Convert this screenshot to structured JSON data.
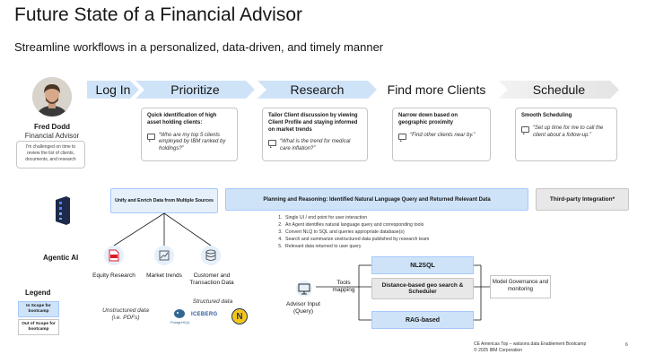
{
  "title": "Future State of a Financial Advisor",
  "subtitle": "Streamline workflows in a personalized, data-driven, and timely manner",
  "stages": [
    "Log In",
    "Prioritize",
    "Research",
    "Find more Clients",
    "Schedule"
  ],
  "advisor": {
    "name": "Fred Dodd",
    "role": "Financial Advisor",
    "note": "I'm challenged on time to review the list of clients, documents, and research"
  },
  "cards": [
    {
      "head": "Quick identification of high asset holding clients:",
      "quote": "“Who are my top 5 clients employed by IBM ranked by holdings?”"
    },
    {
      "head": "Tailor Client discussion by viewing Client Profile and staying informed on market trends",
      "quote": "“What is the trend for medical care inflation?”"
    },
    {
      "head": "Narrow down based on geographic proximity",
      "quote": "“Find other clients near by.”"
    },
    {
      "head": "Smooth Scheduling",
      "quote": "“Set up time for me to call the client about a follow-up.”"
    }
  ],
  "architecture": {
    "agentic_label": "Agentic AI",
    "unify_label": "Unify and Enrich Data from Multiple Sources",
    "planning_label": "Planning and Reasoning: Identified Natural Language Query and Returned Relevant Data",
    "third_party_label": "Third-party Integration*",
    "steps": [
      "Single UI / end point for user interaction",
      "An Agent identifies natural language query and corresponding tools",
      "Convert NLQ to SQL and queries appropriate  database(s)",
      "Search and summarize unstructured data published by research team",
      "Relevant data returned to user query"
    ],
    "sources": [
      {
        "label": "Equity Research",
        "icon": "pdf-icon"
      },
      {
        "label": "Market trends",
        "icon": "chart-icon"
      },
      {
        "label": "Customer and Transaction Data",
        "icon": "database-icon"
      }
    ],
    "unstructured_note": "Unstructured data (i.e. PDFs)",
    "structured_note": "Structured data",
    "db_logos": [
      "PostgreSQL",
      "ICEBERG",
      "N"
    ],
    "advisor_input": "Advisor Input (Query)",
    "tools_mapping": "Tools mapping",
    "tools": [
      "NL2SQL",
      "Distance-based geo search & Scheduler",
      "RAG-based"
    ],
    "governance": "Model Governance and monitoring"
  },
  "legend": {
    "title": "Legend",
    "in_scope": "In Scope for bootcamp",
    "out_scope": "Out of Scope for bootcamp"
  },
  "footer": {
    "line1": "CE Americas Top – watsonx.data Enablement Bootcamp",
    "line2": "© 2025 IBM Corporation",
    "page": "6"
  },
  "colors": {
    "accent_blue": "#cfe3f8",
    "border_blue": "#a6c8ff",
    "grey": "#e8e8e8"
  }
}
